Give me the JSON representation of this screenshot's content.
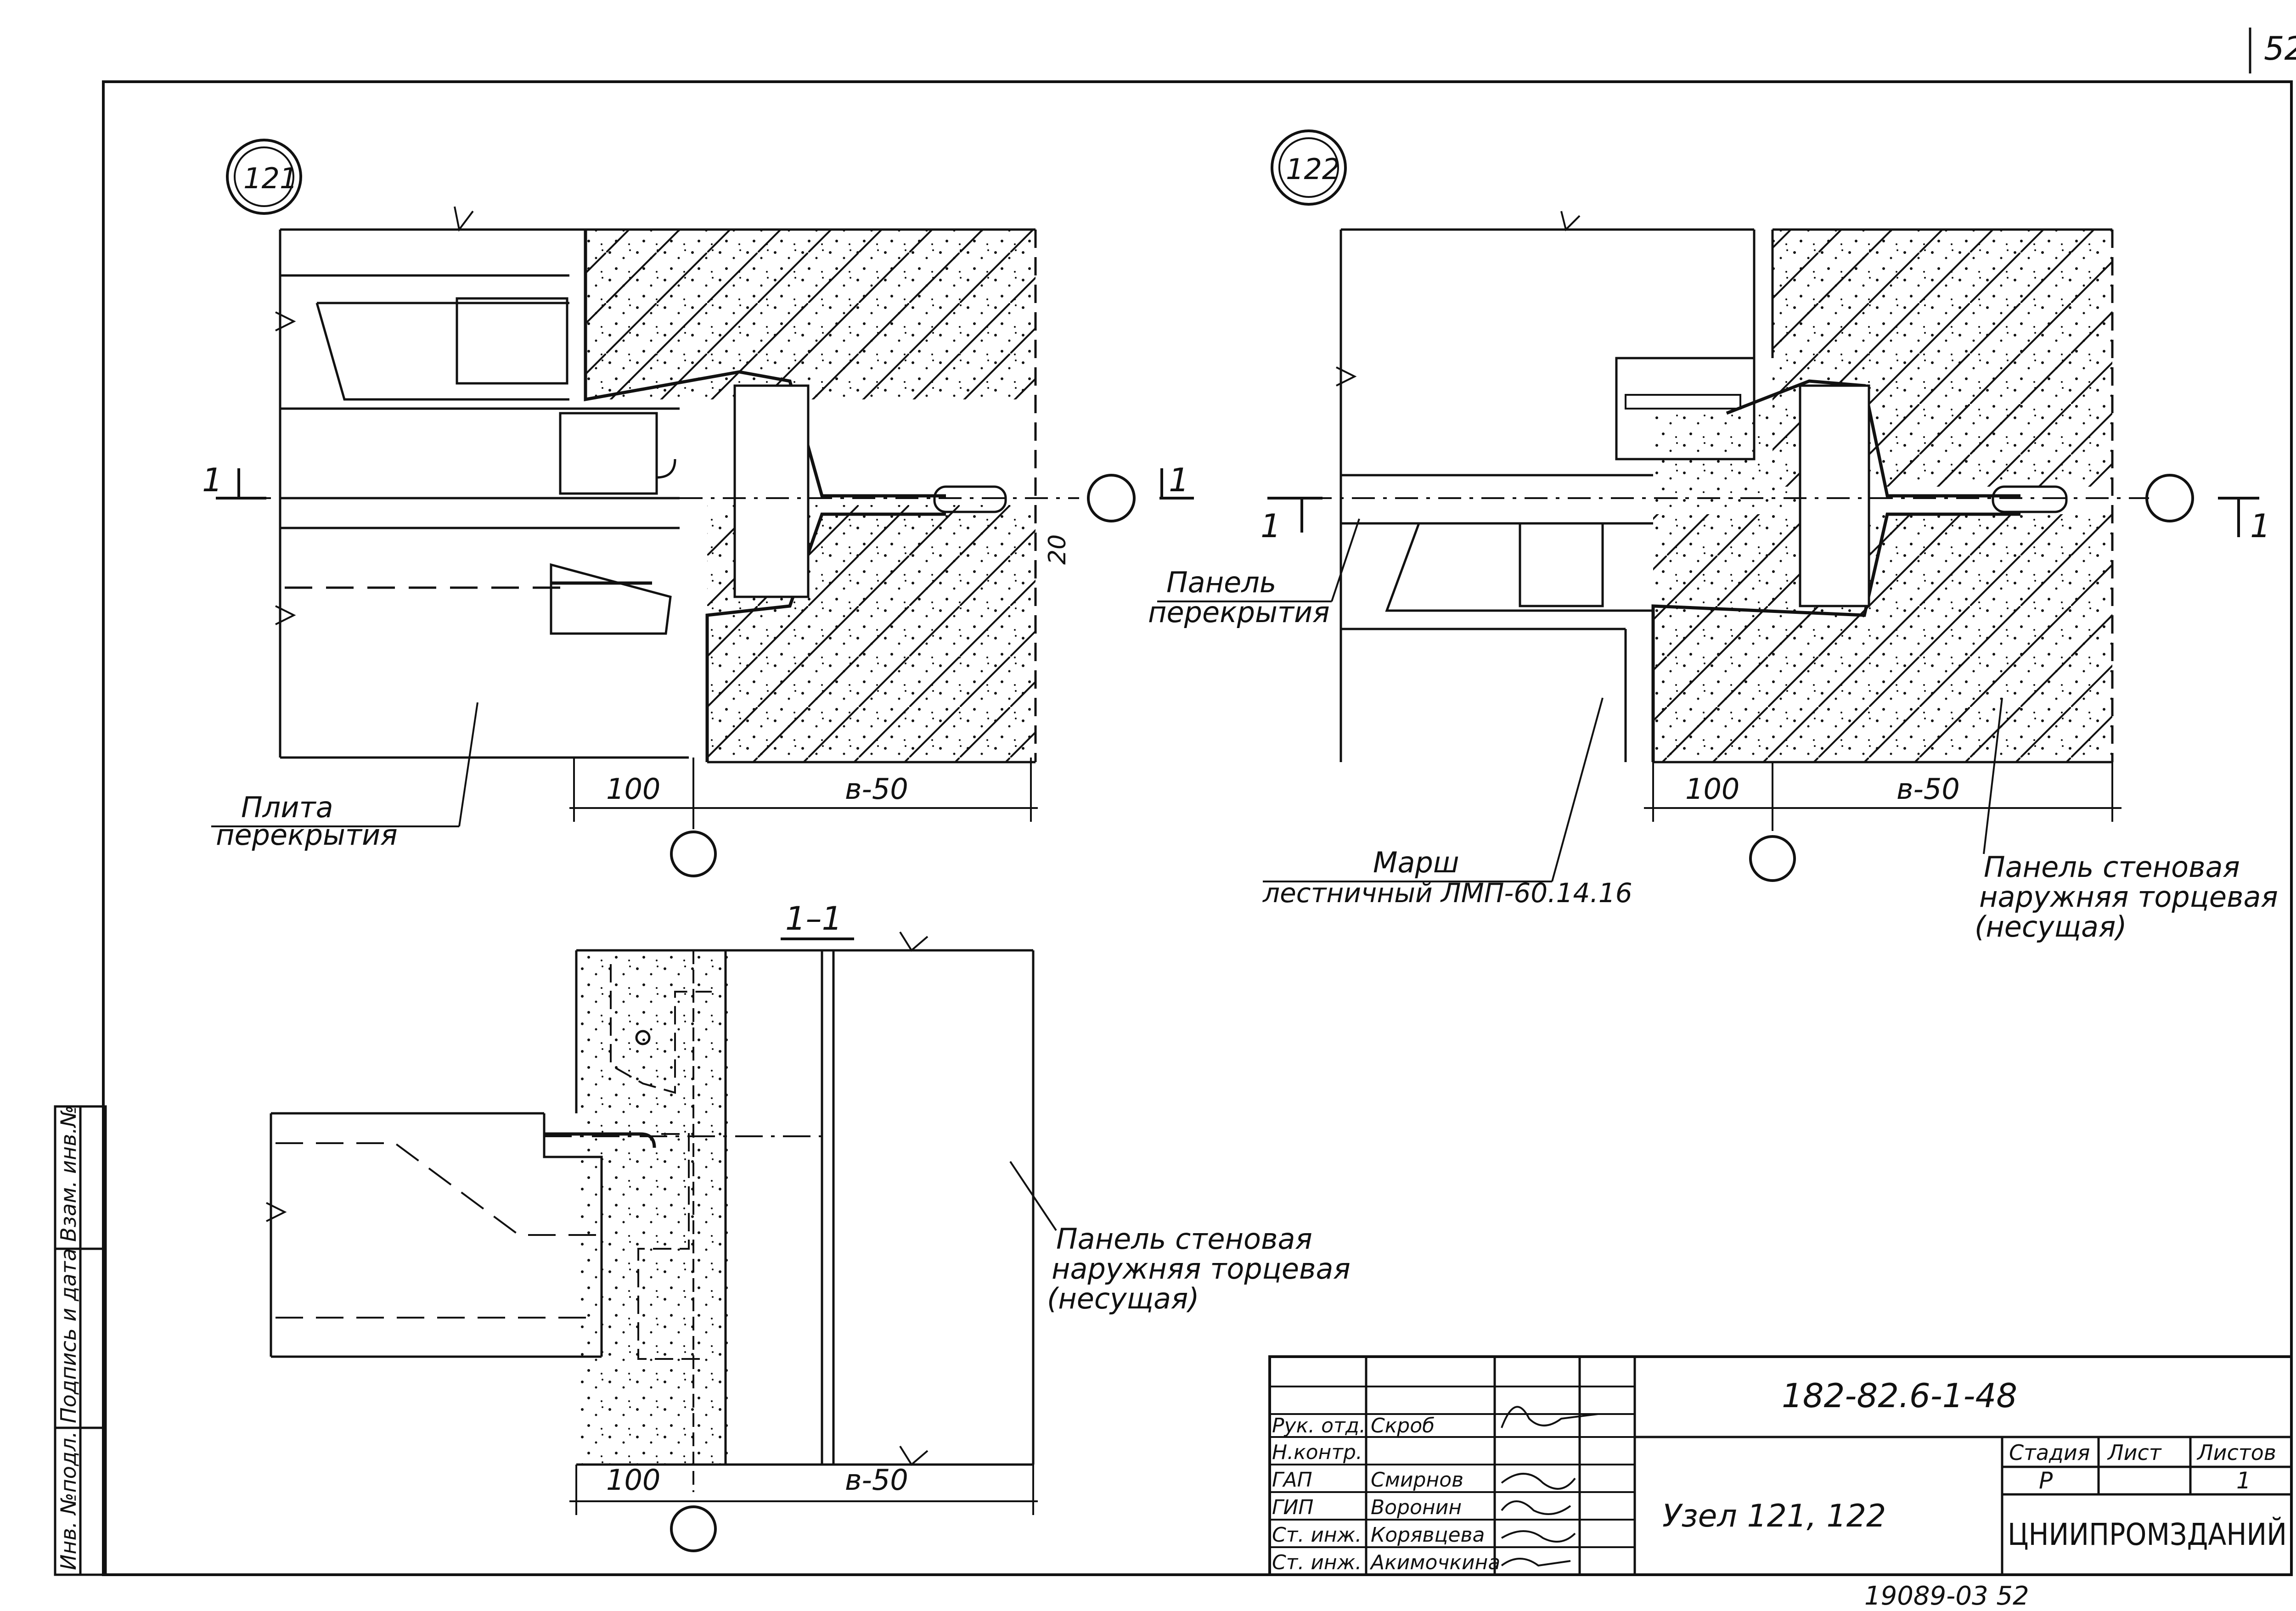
{
  "page_number": "52",
  "details": [
    {
      "number": "121"
    },
    {
      "number": "122"
    }
  ],
  "section_label": "1–1",
  "section_mark": "1",
  "dimensions": {
    "d100": "100",
    "db50": "в-50",
    "d20": "20"
  },
  "labels": {
    "slab": [
      "Плита",
      "перекрытия"
    ],
    "floor_panel": [
      "Панель",
      "перекрытия"
    ],
    "stair_march": [
      "Марш",
      "лестничный ЛМП-60.14.16"
    ],
    "wall_panel_122": [
      "Панель стеновая",
      "наружняя торцевая",
      "(несущая)"
    ],
    "wall_panel_section": [
      "Панель стеновая",
      "наружняя торцевая",
      "(несущая)"
    ]
  },
  "side_stamp": [
    "Инв. №подл.",
    "Подпись и дата",
    "Взам. инв.№"
  ],
  "title_block": {
    "document_code": "182-82.6-1-48",
    "title": "Узел 121, 122",
    "organization": "ЦНИИПРОМЗДАНИЙ",
    "stage_header": "Стадия",
    "sheet_header": "Лист",
    "sheets_header": "Листов",
    "stage": "Р",
    "sheet": "1",
    "roles": [
      "Рук. отд.",
      "Н.контр.",
      "ГАП",
      "ГИП",
      "Ст. инж.",
      "Ст. инж."
    ],
    "names": [
      "Скроб",
      "Смирнов",
      "Воронин",
      "Корявцева",
      "Акимочкина"
    ]
  },
  "bottom_code": "19089-03     52"
}
